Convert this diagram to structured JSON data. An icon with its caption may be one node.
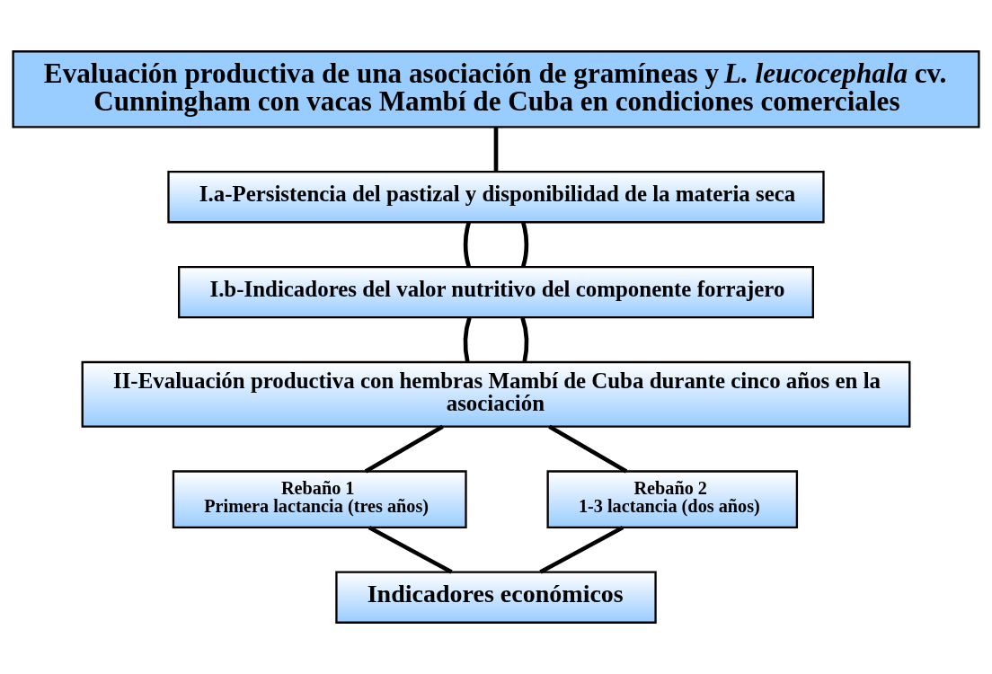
{
  "diagram": {
    "nodes": [
      {
        "text": [
          "Evaluación productiva de una asociación de gramíneas y *L. leucocephala* cv. Cunningham con vacas Mambí de Cuba en condiciones comerciales"
        ]
      },
      {
        "text": [
          "I.a-Persistencia del pastizal y disponibilidad de la materia seca"
        ]
      },
      {
        "text": [
          "I.b-Indicadores del valor nutritivo del componente forrajero"
        ]
      },
      {
        "text": [
          "II-Evaluación productiva con hembras Mambí de Cuba durante cinco años en la asociación"
        ]
      },
      {
        "text": [
          "Rebaño 1",
          "Primera lactancia (tres años)"
        ]
      },
      {
        "text": [
          "Rebaño 2",
          "1-3 lactancia (dos años)"
        ]
      },
      {
        "text": [
          "Indicadores económicos"
        ]
      }
    ],
    "edges": [
      {
        "from": 0,
        "to": 1,
        "arrow": "none"
      },
      {
        "from": 1,
        "to": 2,
        "arrow": "none"
      },
      {
        "from": 1,
        "to": 2,
        "arrow": "none"
      },
      {
        "from": 2,
        "to": 3,
        "arrow": "none"
      },
      {
        "from": 2,
        "to": 3,
        "arrow": "none"
      },
      {
        "from": 3,
        "to": 4,
        "arrow": "none"
      },
      {
        "from": 3,
        "to": 5,
        "arrow": "none"
      },
      {
        "from": 4,
        "to": 6,
        "arrow": "none"
      },
      {
        "from": 5,
        "to": 6,
        "arrow": "none"
      }
    ]
  }
}
